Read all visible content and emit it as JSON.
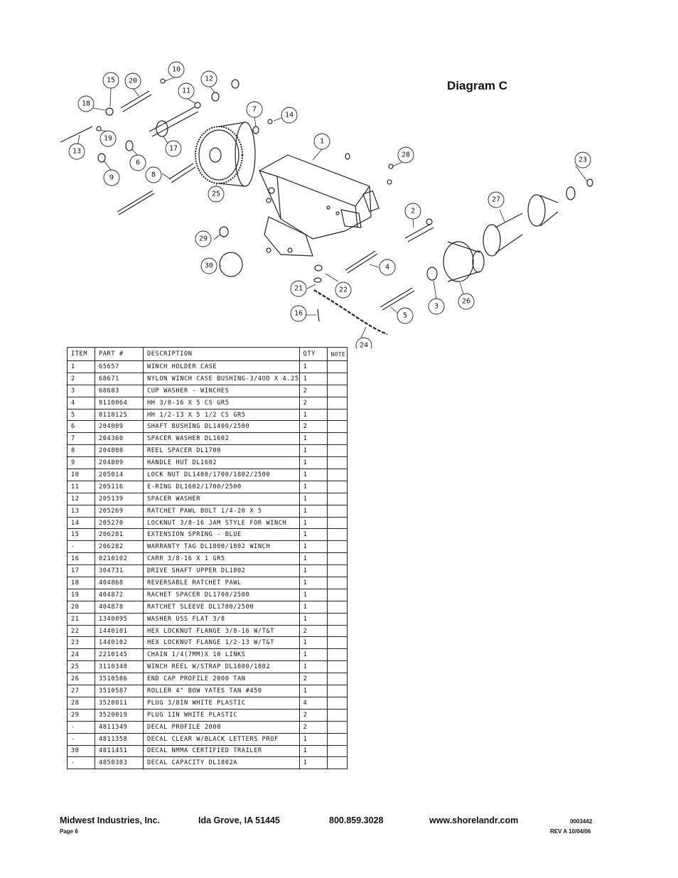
{
  "diagram": {
    "title": "Diagram C",
    "callouts": [
      "1",
      "2",
      "3",
      "4",
      "5",
      "6",
      "7",
      "8",
      "9",
      "10",
      "11",
      "12",
      "13",
      "14",
      "15",
      "16",
      "17",
      "18",
      "19",
      "20",
      "21",
      "22",
      "23",
      "24",
      "25",
      "26",
      "27",
      "28",
      "29",
      "30"
    ]
  },
  "table": {
    "headers": {
      "item": "ITEM",
      "part": "PART #",
      "description": "DESCRIPTION",
      "qty": "QTY",
      "note": "NOTE"
    },
    "rows": [
      {
        "item": "1",
        "part": "65657",
        "description": "WINCH HOLDER CASE",
        "qty": "1",
        "note": ""
      },
      {
        "item": "2",
        "part": "68671",
        "description": "NYLON WINCH CASE BUSHING-3/4OD X 4.25",
        "qty": "1",
        "note": ""
      },
      {
        "item": "3",
        "part": "68683",
        "description": "CUP WASHER - WINCHES",
        "qty": "2",
        "note": ""
      },
      {
        "item": "4",
        "part": "0110064",
        "description": "HH 3/8-16 X 5 CS GR5",
        "qty": "2",
        "note": ""
      },
      {
        "item": "5",
        "part": "0110125",
        "description": "HH 1/2-13 X 5 1/2 CS GR5",
        "qty": "1",
        "note": ""
      },
      {
        "item": "6",
        "part": "204009",
        "description": "SHAFT BUSHING  DL1400/2500",
        "qty": "2",
        "note": ""
      },
      {
        "item": "7",
        "part": "204360",
        "description": "SPACER WASHER  DL1602",
        "qty": "1",
        "note": ""
      },
      {
        "item": "8",
        "part": "204808",
        "description": "REEL SPACER  DL1700",
        "qty": "1",
        "note": ""
      },
      {
        "item": "9",
        "part": "204809",
        "description": "HANDLE HUT  DL1602",
        "qty": "1",
        "note": ""
      },
      {
        "item": "10",
        "part": "205014",
        "description": "LOCK NUT  DL1400/1700/1802/2500",
        "qty": "1",
        "note": ""
      },
      {
        "item": "11",
        "part": "205116",
        "description": "E-RING DL1602/1700/2500",
        "qty": "1",
        "note": ""
      },
      {
        "item": "12",
        "part": "205139",
        "description": "SPACER WASHER",
        "qty": "1",
        "note": ""
      },
      {
        "item": "13",
        "part": "205269",
        "description": "RATCHET PAWL BOLT 1/4-20 X 5",
        "qty": "1",
        "note": ""
      },
      {
        "item": "14",
        "part": "205270",
        "description": "LOCKNUT 3/8-16 JAM STYLE FOR WINCH",
        "qty": "1",
        "note": ""
      },
      {
        "item": "15",
        "part": "206281",
        "description": "EXTENSION SPRING - BLUE",
        "qty": "1",
        "note": ""
      },
      {
        "item": "-",
        "part": "206282",
        "description": "WARRANTY TAG DL1800/1802 WINCH",
        "qty": "1",
        "note": ""
      },
      {
        "item": "16",
        "part": "0210102",
        "description": "CARR 3/8-16 X 1 GR5",
        "qty": "1",
        "note": ""
      },
      {
        "item": "17",
        "part": "304731",
        "description": "DRIVE SHAFT UPPER  DL1802",
        "qty": "1",
        "note": ""
      },
      {
        "item": "18",
        "part": "404868",
        "description": "REVERSABLE RATCHET PAWL",
        "qty": "1",
        "note": ""
      },
      {
        "item": "19",
        "part": "404872",
        "description": "RACHET SPACER  DL1700/2500",
        "qty": "1",
        "note": ""
      },
      {
        "item": "20",
        "part": "404878",
        "description": "RATCHET SLEEVE  DL1700/2500",
        "qty": "1",
        "note": ""
      },
      {
        "item": "21",
        "part": "1340095",
        "description": "WASHER USS FLAT 3/8",
        "qty": "1",
        "note": ""
      },
      {
        "item": "22",
        "part": "1440101",
        "description": "HEX LOCKNUT FLANGE 3/8-16 W/T&T",
        "qty": "2",
        "note": ""
      },
      {
        "item": "23",
        "part": "1440102",
        "description": "HEX LOCKNUT FLANGE 1/2-13 W/T&T",
        "qty": "1",
        "note": ""
      },
      {
        "item": "24",
        "part": "2210145",
        "description": "CHAIN 1/4(7MM)X 10 LINKS",
        "qty": "1",
        "note": ""
      },
      {
        "item": "25",
        "part": "3110348",
        "description": "WINCH REEL W/STRAP  DL1800/1802",
        "qty": "1",
        "note": ""
      },
      {
        "item": "26",
        "part": "3510586",
        "description": "END CAP PROFILE 2000 TAN",
        "qty": "2",
        "note": ""
      },
      {
        "item": "27",
        "part": "3510587",
        "description": "ROLLER 4\" BOW YATES TAN #450",
        "qty": "1",
        "note": ""
      },
      {
        "item": "28",
        "part": "3520011",
        "description": "PLUG  3/8IN WHITE PLASTIC",
        "qty": "4",
        "note": ""
      },
      {
        "item": "29",
        "part": "3520019",
        "description": "PLUG  1IN WHITE PLASTIC",
        "qty": "2",
        "note": ""
      },
      {
        "item": "-",
        "part": "4811349",
        "description": "DECAL PROFILE 2000",
        "qty": "2",
        "note": ""
      },
      {
        "item": "-",
        "part": "4811358",
        "description": "DECAL CLEAR W/BLACK LETTERS PROF",
        "qty": "1",
        "note": ""
      },
      {
        "item": "30",
        "part": "4811451",
        "description": " DECAL NMMA CERTIFIED TRAILER",
        "qty": "1",
        "note": ""
      },
      {
        "item": "-",
        "part": "4850383",
        "description": "DECAL CAPACITY DL1802A",
        "qty": "1",
        "note": ""
      }
    ]
  },
  "footer": {
    "company": "Midwest Industries, Inc.",
    "location": "Ida Grove, IA  51445",
    "phone": "800.859.3028",
    "website": "www.shorelandr.com",
    "doc_number": "0003442",
    "page": "Page 6",
    "revision": "REV A  10/04/06"
  }
}
